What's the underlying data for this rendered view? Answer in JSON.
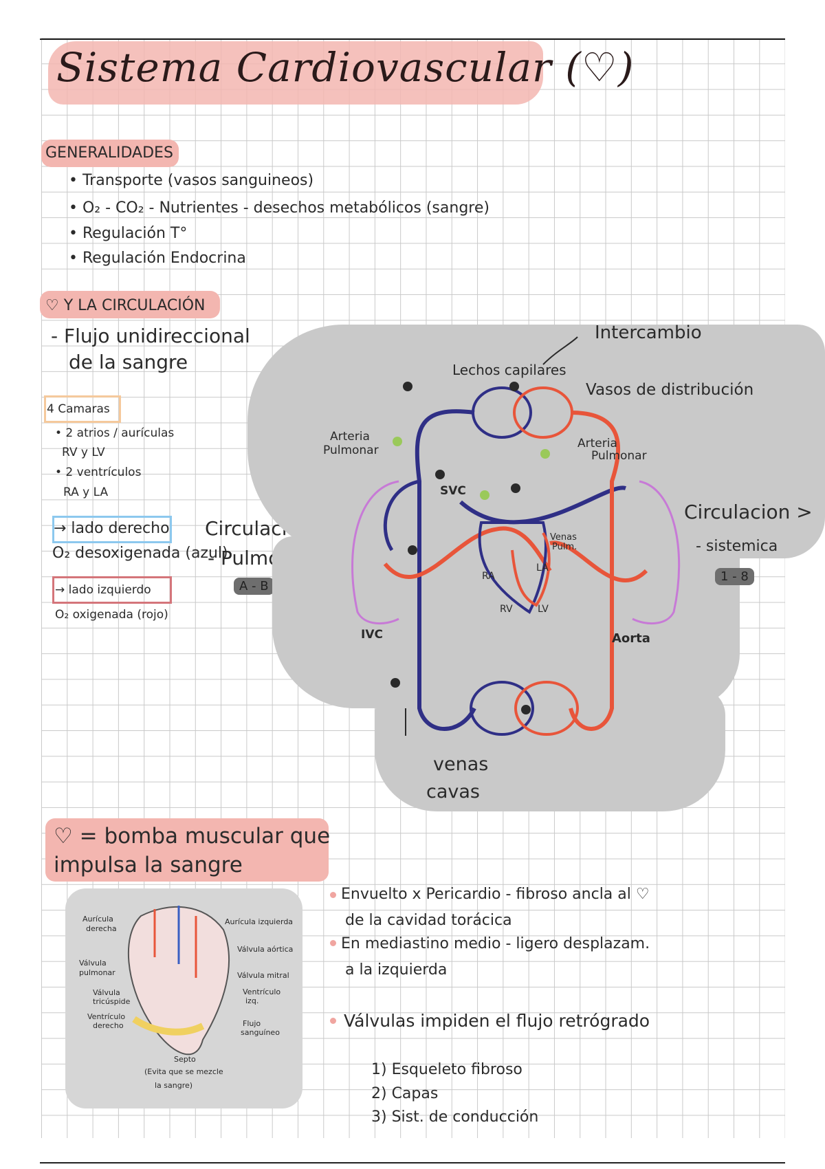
{
  "title": "Sistema Cardiovascular (♡)",
  "generalidades": {
    "heading": "GENERALIDADES",
    "items": [
      "• Transporte (vasos sanguineos)",
      "• O₂ - CO₂ - Nutrientes - desechos metabólicos (sangre)",
      "• Regulación T°",
      "• Regulación Endocrina"
    ]
  },
  "circulacion": {
    "heading": "♡ Y LA CIRCULACIÓN",
    "flujo": [
      "- Flujo unidireccional",
      "de la sangre"
    ]
  },
  "camaras": {
    "heading": "4 Camaras",
    "items": [
      "• 2 atrios / aurículas",
      "RV y LV",
      "• 2 ventrículos",
      "RA y LA"
    ]
  },
  "lados": {
    "derecho": "→ lado derecho",
    "derecho_desc": "O₂ desoxigenada (azul)",
    "izquierdo": "→ lado izquierdo",
    "izquierdo_desc": "O₂ oxigenada (rojo)"
  },
  "pulmonar": {
    "line1": "Circulacion <",
    "line2": "- Pulmonar",
    "tag": "A - B"
  },
  "sistemica": {
    "line1": "Circulacion >",
    "line2": "- sistemica",
    "tag": "1 - 8"
  },
  "diagram_labels": {
    "intercambio": "Intercambio",
    "lechos": "Lechos capilares",
    "vasos": "Vasos de distribución",
    "arteria_izq": [
      "Arteria",
      "Pulmonar"
    ],
    "arteria_der": [
      "Arteria",
      "Pulmonar"
    ],
    "svc": "SVC",
    "ivc": "IVC",
    "aorta": "Aorta",
    "venas_pulm": [
      "Venas",
      "Pulm."
    ],
    "ra": "RA",
    "rv": "RV",
    "la": "LA",
    "lv": "LV",
    "venas_cavas": [
      "venas",
      "cavas"
    ]
  },
  "bomba": {
    "line1": "♡ = bomba muscular que",
    "line2": "impulsa la sangre"
  },
  "heart_labels": {
    "auricula_der": [
      "Aurícula",
      "derecha"
    ],
    "valvula_pulm": [
      "Válvula",
      "pulmonar"
    ],
    "valvula_tric": [
      "Válvula",
      "tricúspide"
    ],
    "ventriculo_der": [
      "Ventrículo",
      "derecho"
    ],
    "auricula_izq": "Aurícula izquierda",
    "valvula_aortica": "Válvula aórtica",
    "valvula_mitral": "Válvula mitral",
    "ventriculo_izq": [
      "Ventrículo",
      "izq."
    ],
    "flujo": [
      "Flujo",
      "sanguíneo"
    ],
    "septo": [
      "Septo",
      "(Evita que se mezcle",
      "la sangre)"
    ]
  },
  "notes": [
    [
      "Envuelto x Pericardio - fibroso ancla al ♡",
      "de la cavidad torácica"
    ],
    [
      "En mediastino medio - ligero desplazam.",
      "a la izquierda"
    ],
    [
      "Válvulas impiden el flujo retrógrado"
    ]
  ],
  "numbered": [
    "1) Esqueleto fibroso",
    "2) Capas",
    "3) Sist. de conducción"
  ],
  "colors": {
    "highlight_pink": "#f3b6b0",
    "blue": "#2f2f86",
    "red": "#e8553a",
    "purple": "#c77ad6",
    "gray": "#c9c9c9"
  }
}
